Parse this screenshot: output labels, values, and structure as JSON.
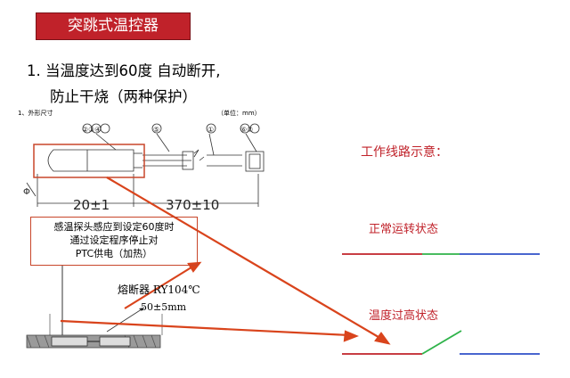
{
  "title": "突跳式温控器",
  "bullets": {
    "line1": "1.  当温度达到60度 自动断开,",
    "line2": "防止干烧（两种保护）"
  },
  "drawing": {
    "section_label": "1、外形尺寸",
    "unit_label": "（单位：mm）",
    "callout_numbers": [
      "②③④",
      "⑤",
      "①",
      "⑥⑦"
    ],
    "dim_left": "20±1",
    "dim_right": "370±10",
    "phi_label": "Φ",
    "fuse_model": "熔断器 RY104℃",
    "fuse_length": "50±5mm"
  },
  "callout": {
    "line1": "感温探头感应到设定60度时",
    "line2": "通过设定程序停止对",
    "line3": "PTC供电（加热）"
  },
  "legend": {
    "work_title": "工作线路示意：",
    "normal_state": "正常运转状态",
    "hot_state": "温度过高状态"
  },
  "colors": {
    "accent_red": "#c0222a",
    "arrow_orange": "#d9441c",
    "wire_green": "#2fb34a",
    "wire_blue": "#2f50c8"
  }
}
